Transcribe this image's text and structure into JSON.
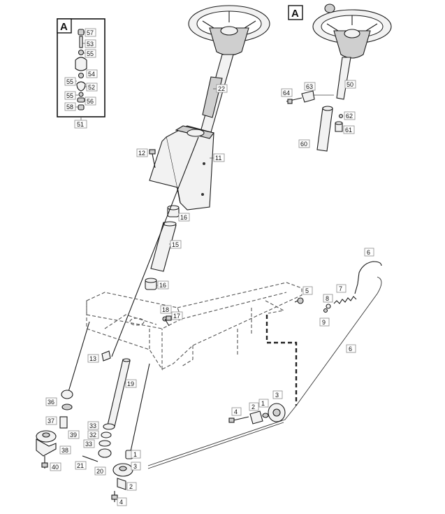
{
  "detail_marker": "A",
  "detail_parts": [
    "57",
    "53",
    "55",
    "54",
    "55",
    "52",
    "55",
    "56",
    "58"
  ],
  "detail_assembly": "51",
  "callouts": [
    "22",
    "11",
    "12",
    "16",
    "15",
    "16",
    "18",
    "17",
    "13",
    "19",
    "36",
    "37",
    "33",
    "32",
    "33",
    "39",
    "38",
    "40",
    "21",
    "20",
    "1",
    "3",
    "2",
    "4",
    "4",
    "2",
    "1",
    "3",
    "5",
    "6",
    "7",
    "8",
    "9",
    "6",
    "50",
    "63",
    "64",
    "62",
    "61",
    "60"
  ]
}
